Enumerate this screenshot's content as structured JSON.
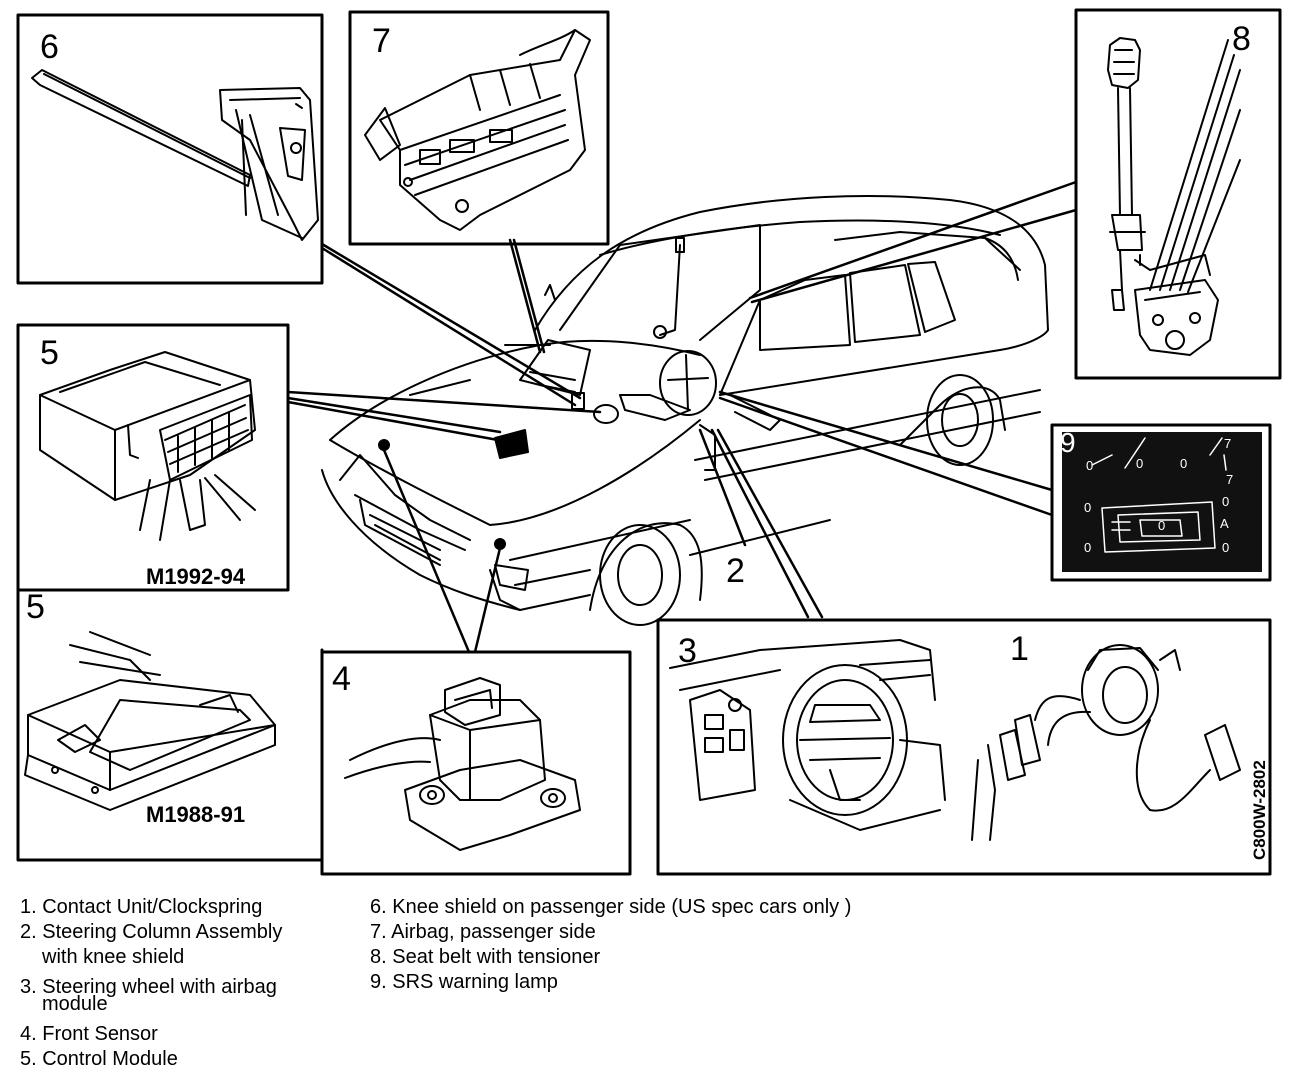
{
  "callouts": {
    "c1": "1",
    "c2": "2",
    "c3": "3",
    "c4": "4",
    "c5a": "5",
    "c5b": "5",
    "c6": "6",
    "c7": "7",
    "c8": "8",
    "c9": "9"
  },
  "model_labels": {
    "m1992": "M1992-94",
    "m1988": "M1988-91"
  },
  "figure_code": "C800W-2802",
  "lamp_labels": [
    "0",
    "7",
    "0",
    "7",
    "0",
    "0",
    "0",
    "A",
    "0",
    "0",
    "0"
  ],
  "legend": {
    "left": [
      {
        "line1": "1. Contact Unit/Clockspring",
        "line2": ""
      },
      {
        "line1": "2. Steering Column Assembly",
        "line2": "with knee shield"
      },
      {
        "line1": "3. Steering wheel with airbag",
        "line2": "module"
      },
      {
        "line1": "4. Front Sensor",
        "line2": ""
      },
      {
        "line1": "5. Control Module",
        "line2": ""
      }
    ],
    "right": [
      "6. Knee shield on passenger side (US spec cars only )",
      "7. Airbag, passenger side",
      "8. Seat belt with tensioner",
      "9. SRS warning lamp"
    ]
  },
  "colors": {
    "ink": "#000000",
    "paper": "#ffffff",
    "lamp_panel": "#111111"
  }
}
